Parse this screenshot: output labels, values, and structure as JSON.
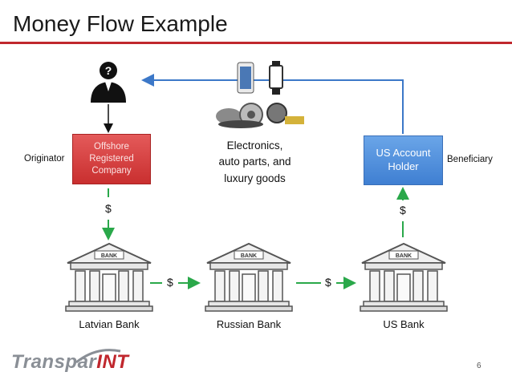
{
  "slide": {
    "title": "Money Flow Example",
    "page_number": "6"
  },
  "nodes": {
    "originator_label": "Originator",
    "offshore_company": "Offshore Registered Company",
    "goods_text": "Electronics, auto parts, and luxury goods",
    "us_account_holder": "US Account Holder",
    "beneficiary_label": "Beneficiary",
    "latvian_bank": "Latvian Bank",
    "russian_bank": "Russian Bank",
    "us_bank": "US Bank",
    "bank_sign": "BANK"
  },
  "flows": {
    "dollar_symbol": "$"
  },
  "logo": {
    "text_main": "Transpar",
    "text_accent": "INT"
  },
  "colors": {
    "title_rule": "#c0272d",
    "money_arrow": "#2aa84a",
    "goods_arrow": "#3c78c8"
  }
}
